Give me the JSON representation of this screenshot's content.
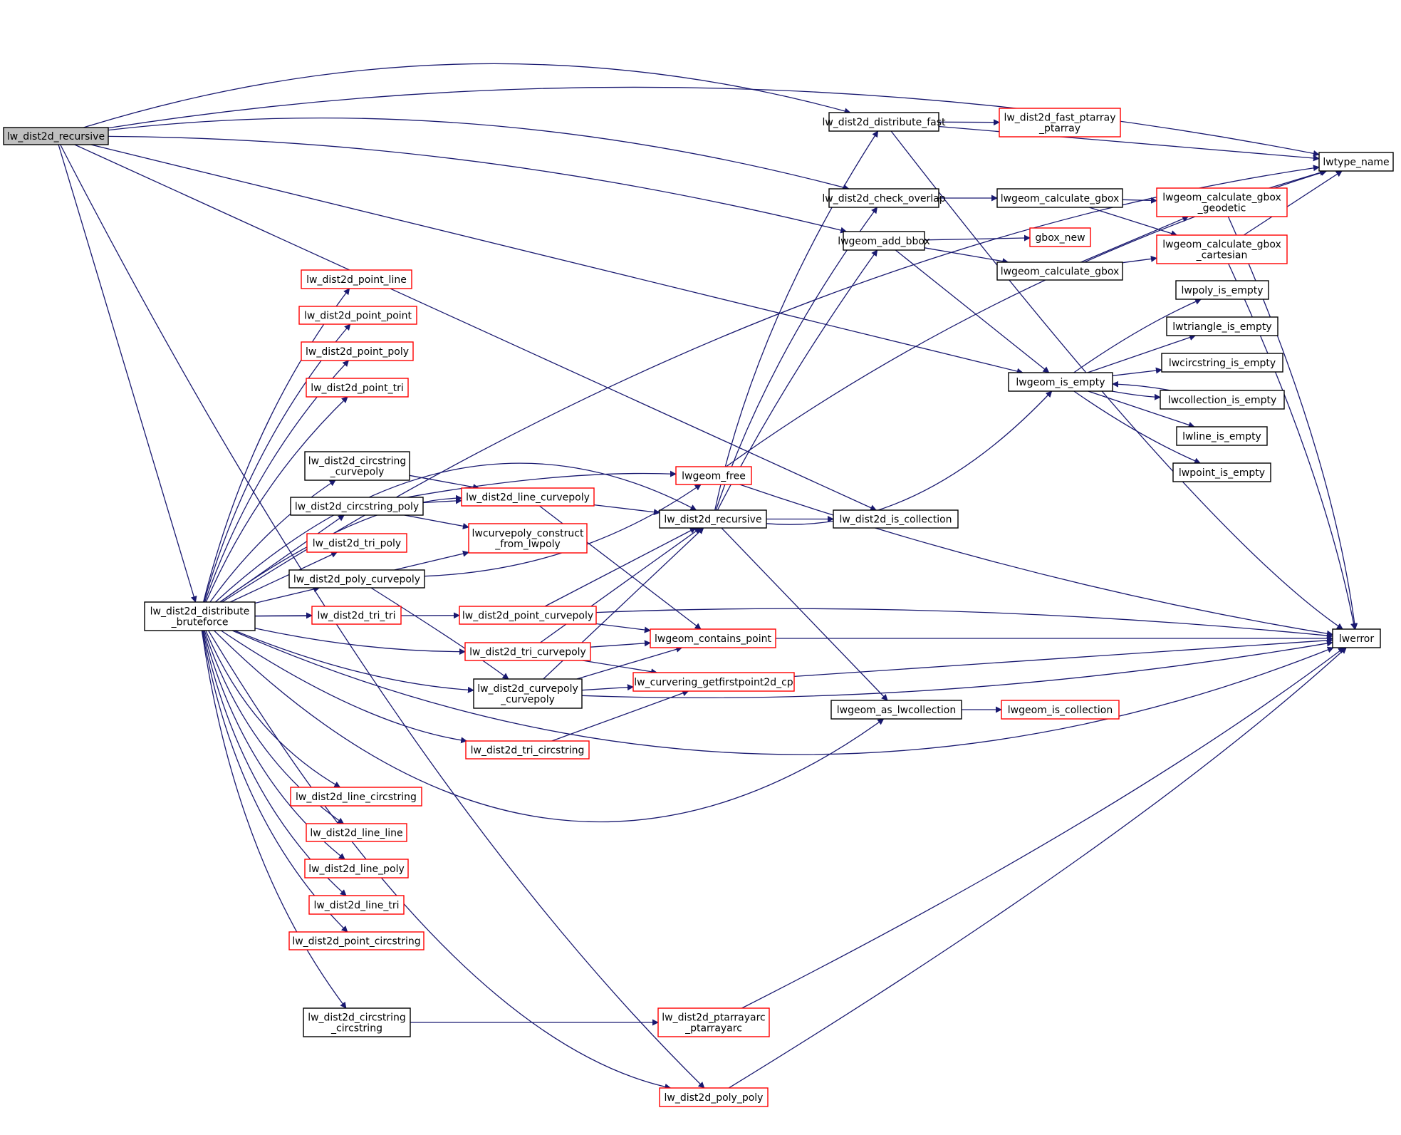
{
  "colors": {
    "edge": "#191970",
    "node_border_normal": "#000000",
    "node_border_truncated": "#ff0000",
    "root_fill": "#bfbfbf",
    "node_fill": "#ffffff"
  },
  "nodes": [
    {
      "id": "root",
      "label": "lw_dist2d_recursive",
      "style": "root"
    },
    {
      "id": "bruteforce",
      "label": "lw_dist2d_distribute\n_bruteforce",
      "style": "normal"
    },
    {
      "id": "pt_line",
      "label": "lw_dist2d_point_line",
      "style": "truncated"
    },
    {
      "id": "pt_pt",
      "label": "lw_dist2d_point_point",
      "style": "truncated"
    },
    {
      "id": "pt_poly",
      "label": "lw_dist2d_point_poly",
      "style": "truncated"
    },
    {
      "id": "pt_tri",
      "label": "lw_dist2d_point_tri",
      "style": "truncated"
    },
    {
      "id": "cs_cp",
      "label": "lw_dist2d_circstring\n_curvepoly",
      "style": "normal"
    },
    {
      "id": "cs_poly",
      "label": "lw_dist2d_circstring_poly",
      "style": "normal"
    },
    {
      "id": "tri_poly",
      "label": "lw_dist2d_tri_poly",
      "style": "truncated"
    },
    {
      "id": "poly_cp",
      "label": "lw_dist2d_poly_curvepoly",
      "style": "normal"
    },
    {
      "id": "tri_tri",
      "label": "lw_dist2d_tri_tri",
      "style": "truncated"
    },
    {
      "id": "line_cs",
      "label": "lw_dist2d_line_circstring",
      "style": "truncated"
    },
    {
      "id": "line_line",
      "label": "lw_dist2d_line_line",
      "style": "truncated"
    },
    {
      "id": "line_poly",
      "label": "lw_dist2d_line_poly",
      "style": "truncated"
    },
    {
      "id": "line_tri",
      "label": "lw_dist2d_line_tri",
      "style": "truncated"
    },
    {
      "id": "pt_cs",
      "label": "lw_dist2d_point_circstring",
      "style": "truncated"
    },
    {
      "id": "cs_cs",
      "label": "lw_dist2d_circstring\n_circstring",
      "style": "normal"
    },
    {
      "id": "line_cp",
      "label": "lw_dist2d_line_curvepoly",
      "style": "truncated"
    },
    {
      "id": "lwcp_construct",
      "label": "lwcurvepoly_construct\n_from_lwpoly",
      "style": "truncated"
    },
    {
      "id": "pt_cp",
      "label": "lw_dist2d_point_curvepoly",
      "style": "truncated"
    },
    {
      "id": "tri_cp",
      "label": "lw_dist2d_tri_curvepoly",
      "style": "truncated"
    },
    {
      "id": "cp_cp",
      "label": "lw_dist2d_curvepoly\n_curvepoly",
      "style": "normal"
    },
    {
      "id": "tri_cs",
      "label": "lw_dist2d_tri_circstring",
      "style": "truncated"
    },
    {
      "id": "pa_arc",
      "label": "lw_dist2d_ptarrayarc\n_ptarrayarc",
      "style": "truncated"
    },
    {
      "id": "poly_poly",
      "label": "lw_dist2d_poly_poly",
      "style": "truncated"
    },
    {
      "id": "lwgeom_free",
      "label": "lwgeom_free",
      "style": "truncated"
    },
    {
      "id": "rec2",
      "label": "lw_dist2d_recursive",
      "style": "normal"
    },
    {
      "id": "contains_pt",
      "label": "lwgeom_contains_point",
      "style": "truncated"
    },
    {
      "id": "firstpoint",
      "label": "lw_curvering_getfirstpoint2d_cp",
      "style": "truncated"
    },
    {
      "id": "dist_fast",
      "label": "lw_dist2d_distribute_fast",
      "style": "normal"
    },
    {
      "id": "check_overlap",
      "label": "lw_dist2d_check_overlap",
      "style": "normal"
    },
    {
      "id": "add_bbox",
      "label": "lwgeom_add_bbox",
      "style": "normal"
    },
    {
      "id": "is_collection",
      "label": "lw_dist2d_is_collection",
      "style": "normal"
    },
    {
      "id": "as_lwcoll",
      "label": "lwgeom_as_lwcollection",
      "style": "normal"
    },
    {
      "id": "fast_pa",
      "label": "lw_dist2d_fast_ptarray\n_ptarray",
      "style": "truncated"
    },
    {
      "id": "calc_gbox1",
      "label": "lwgeom_calculate_gbox",
      "style": "normal"
    },
    {
      "id": "gbox_new",
      "label": "gbox_new",
      "style": "truncated"
    },
    {
      "id": "calc_gbox2",
      "label": "lwgeom_calculate_gbox",
      "style": "normal"
    },
    {
      "id": "is_empty",
      "label": "lwgeom_is_empty",
      "style": "normal"
    },
    {
      "id": "is_coll2",
      "label": "lwgeom_is_collection",
      "style": "truncated"
    },
    {
      "id": "gbox_geod",
      "label": "lwgeom_calculate_gbox\n_geodetic",
      "style": "truncated"
    },
    {
      "id": "gbox_cart",
      "label": "lwgeom_calculate_gbox\n_cartesian",
      "style": "truncated"
    },
    {
      "id": "poly_empty",
      "label": "lwpoly_is_empty",
      "style": "normal"
    },
    {
      "id": "tri_empty",
      "label": "lwtriangle_is_empty",
      "style": "normal"
    },
    {
      "id": "circ_empty",
      "label": "lwcircstring_is_empty",
      "style": "normal"
    },
    {
      "id": "coll_empty",
      "label": "lwcollection_is_empty",
      "style": "normal"
    },
    {
      "id": "line_empty",
      "label": "lwline_is_empty",
      "style": "normal"
    },
    {
      "id": "point_empty",
      "label": "lwpoint_is_empty",
      "style": "normal"
    },
    {
      "id": "type_name",
      "label": "lwtype_name",
      "style": "normal"
    },
    {
      "id": "lwerror",
      "label": "lwerror",
      "style": "normal"
    }
  ],
  "edges": [
    [
      "root",
      "bruteforce"
    ],
    [
      "root",
      "dist_fast"
    ],
    [
      "root",
      "check_overlap"
    ],
    [
      "root",
      "add_bbox"
    ],
    [
      "root",
      "is_empty"
    ],
    [
      "root",
      "is_collection"
    ],
    [
      "root",
      "type_name"
    ],
    [
      "root",
      "poly_poly"
    ],
    [
      "bruteforce",
      "pt_line"
    ],
    [
      "bruteforce",
      "pt_pt"
    ],
    [
      "bruteforce",
      "pt_poly"
    ],
    [
      "bruteforce",
      "pt_tri"
    ],
    [
      "bruteforce",
      "cs_cp"
    ],
    [
      "bruteforce",
      "cs_poly"
    ],
    [
      "bruteforce",
      "tri_poly"
    ],
    [
      "bruteforce",
      "poly_cp"
    ],
    [
      "bruteforce",
      "tri_tri"
    ],
    [
      "bruteforce",
      "pt_cp"
    ],
    [
      "bruteforce",
      "tri_cp"
    ],
    [
      "bruteforce",
      "cp_cp"
    ],
    [
      "bruteforce",
      "tri_cs"
    ],
    [
      "bruteforce",
      "line_cs"
    ],
    [
      "bruteforce",
      "line_line"
    ],
    [
      "bruteforce",
      "line_poly"
    ],
    [
      "bruteforce",
      "line_tri"
    ],
    [
      "bruteforce",
      "pt_cs"
    ],
    [
      "bruteforce",
      "cs_cs"
    ],
    [
      "bruteforce",
      "poly_poly"
    ],
    [
      "bruteforce",
      "line_cp"
    ],
    [
      "bruteforce",
      "rec2"
    ],
    [
      "bruteforce",
      "type_name"
    ],
    [
      "bruteforce",
      "lwerror"
    ],
    [
      "bruteforce",
      "as_lwcoll"
    ],
    [
      "cs_cp",
      "line_cp"
    ],
    [
      "cs_poly",
      "line_cp"
    ],
    [
      "cs_poly",
      "lwcp_construct"
    ],
    [
      "cs_poly",
      "lwgeom_free"
    ],
    [
      "poly_cp",
      "lwcp_construct"
    ],
    [
      "poly_cp",
      "cp_cp"
    ],
    [
      "poly_cp",
      "lwgeom_free"
    ],
    [
      "line_cp",
      "rec2"
    ],
    [
      "line_cp",
      "contains_pt"
    ],
    [
      "pt_cp",
      "rec2"
    ],
    [
      "pt_cp",
      "contains_pt"
    ],
    [
      "pt_cp",
      "lwerror"
    ],
    [
      "tri_cp",
      "rec2"
    ],
    [
      "tri_cp",
      "contains_pt"
    ],
    [
      "tri_cp",
      "firstpoint"
    ],
    [
      "cp_cp",
      "rec2"
    ],
    [
      "cp_cp",
      "contains_pt"
    ],
    [
      "cp_cp",
      "firstpoint"
    ],
    [
      "cp_cp",
      "lwerror"
    ],
    [
      "tri_cs",
      "firstpoint"
    ],
    [
      "cs_cs",
      "pa_arc"
    ],
    [
      "pa_arc",
      "lwerror"
    ],
    [
      "poly_poly",
      "lwerror"
    ],
    [
      "lwgeom_free",
      "type_name"
    ],
    [
      "lwgeom_free",
      "lwerror"
    ],
    [
      "rec2",
      "dist_fast"
    ],
    [
      "rec2",
      "check_overlap"
    ],
    [
      "rec2",
      "add_bbox"
    ],
    [
      "rec2",
      "is_collection"
    ],
    [
      "rec2",
      "as_lwcoll"
    ],
    [
      "rec2",
      "is_empty"
    ],
    [
      "contains_pt",
      "lwerror"
    ],
    [
      "firstpoint",
      "lwerror"
    ],
    [
      "dist_fast",
      "fast_pa"
    ],
    [
      "dist_fast",
      "type_name"
    ],
    [
      "dist_fast",
      "lwerror"
    ],
    [
      "check_overlap",
      "calc_gbox1"
    ],
    [
      "add_bbox",
      "gbox_new"
    ],
    [
      "add_bbox",
      "calc_gbox2"
    ],
    [
      "add_bbox",
      "is_empty"
    ],
    [
      "as_lwcoll",
      "is_coll2"
    ],
    [
      "calc_gbox1",
      "gbox_geod"
    ],
    [
      "calc_gbox1",
      "gbox_cart"
    ],
    [
      "calc_gbox2",
      "gbox_geod"
    ],
    [
      "calc_gbox2",
      "gbox_cart"
    ],
    [
      "gbox_geod",
      "type_name"
    ],
    [
      "gbox_geod",
      "lwerror"
    ],
    [
      "gbox_cart",
      "type_name"
    ],
    [
      "gbox_cart",
      "lwerror"
    ],
    [
      "is_empty",
      "poly_empty"
    ],
    [
      "is_empty",
      "tri_empty"
    ],
    [
      "is_empty",
      "circ_empty"
    ],
    [
      "is_empty",
      "coll_empty"
    ],
    [
      "is_empty",
      "line_empty"
    ],
    [
      "is_empty",
      "point_empty"
    ],
    [
      "coll_empty",
      "is_empty"
    ]
  ]
}
